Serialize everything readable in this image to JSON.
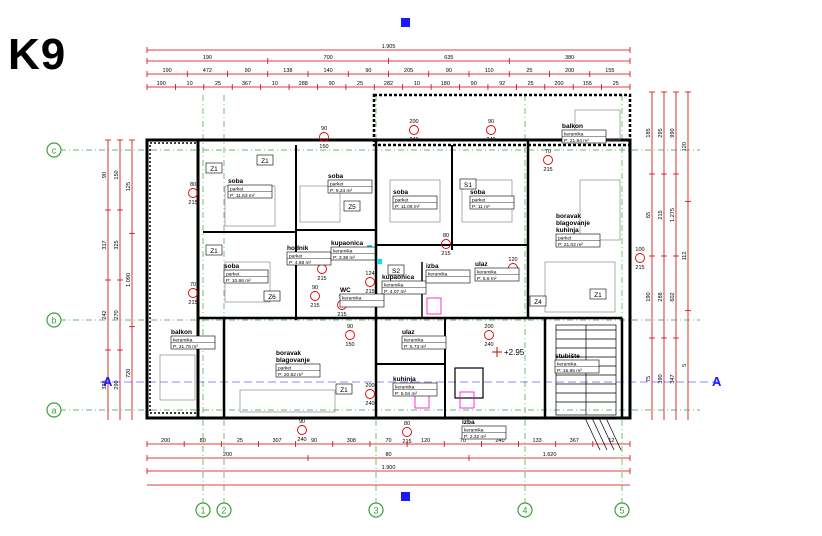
{
  "plan": {
    "title": "K9",
    "section_marker": "A",
    "top_dim_chains": [
      {
        "labels": [
          "1.905"
        ]
      },
      {
        "labels": [
          "190",
          "700",
          "635",
          "380"
        ]
      },
      {
        "labels": [
          "190",
          "472",
          "90",
          "138",
          "140",
          "90",
          "205",
          "90",
          "110",
          "25",
          "200",
          "155"
        ]
      },
      {
        "labels": [
          "190",
          "10",
          "25",
          "367",
          "10",
          "288",
          "90",
          "25",
          "282",
          "10",
          "180",
          "90",
          "92",
          "25",
          "200",
          "155",
          "25"
        ]
      }
    ],
    "bottom_dim_chains": [
      {
        "labels": [
          "200",
          "80",
          "25",
          "307",
          "90",
          "308",
          "70",
          "120",
          "70",
          "240",
          "133",
          "367",
          "12"
        ]
      },
      {
        "labels": [
          "200",
          "80",
          "1.620"
        ]
      },
      {
        "labels": [
          "1.900"
        ]
      }
    ],
    "left_dim_labels": [
      "90",
      "317",
      "242",
      "328",
      "150",
      "325",
      "270",
      "290",
      "125",
      "1.090",
      "720"
    ],
    "right_dim_labels": [
      "185",
      "65",
      "190",
      "75",
      "295",
      "215",
      "288",
      "390",
      "990",
      "1.275",
      "602",
      "347",
      "120",
      "112",
      "5"
    ],
    "axes_horizontal": [
      "c",
      "b",
      "a"
    ],
    "axes_vertical": [
      "1",
      "2",
      "3",
      "4",
      "5"
    ],
    "level_marker": "+2.95",
    "rooms": [
      {
        "id": "Z1",
        "name": "soba",
        "finish": "parket",
        "area": "P:  11.63 m²"
      },
      {
        "id": "Z5",
        "name": "soba",
        "finish": "parket",
        "area": "P:  9.24 m²"
      },
      {
        "id": "Z1b",
        "name": "soba",
        "finish": "parket",
        "area": "P:  11.06 m²"
      },
      {
        "id": "S1",
        "name": "soba",
        "finish": "parket",
        "area": "P:   11 m²"
      },
      {
        "id": "Z6",
        "name": "soba",
        "finish": "parket",
        "area": "P:  10.86 m²"
      },
      {
        "id": "H",
        "name": "hodnik",
        "finish": "parket",
        "area": "P:  4.88 m²"
      },
      {
        "id": "K1",
        "name": "kupaonica",
        "finish": "keramika",
        "area": "P:  3.38 m²"
      },
      {
        "id": "K2",
        "name": "kupaonica",
        "finish": "keramika",
        "area": "P:  4.07 m²"
      },
      {
        "id": "WC",
        "name": "WC",
        "finish": "keramika",
        "area": ""
      },
      {
        "id": "IZ1",
        "name": "izba",
        "finish": "keramika",
        "area": ""
      },
      {
        "id": "U1",
        "name": "ulaz",
        "finish": "keramika",
        "area": "P:  5.6 m²"
      },
      {
        "id": "BB1",
        "name": "boravak\nblagovanje\nkuhinja",
        "finish": "parket",
        "area": "P:  21.02 m²"
      },
      {
        "id": "B1",
        "name": "balkon",
        "finish": "keramika",
        "area": "P:  21.84 m²"
      },
      {
        "id": "B2",
        "name": "balkon",
        "finish": "keramika",
        "area": "P:  21.75 m²"
      },
      {
        "id": "BB2",
        "name": "boravak\nblagovanje",
        "finish": "parket",
        "area": "P:  20.82 m²"
      },
      {
        "id": "U2",
        "name": "ulaz",
        "finish": "keramika",
        "area": "P:  5.73 m²"
      },
      {
        "id": "KU",
        "name": "kuhinja",
        "finish": "keramika",
        "area": "P:  5.04 m²"
      },
      {
        "id": "IZ2",
        "name": "izba",
        "finish": "keramika",
        "area": "P:  2.32 m²"
      },
      {
        "id": "ST",
        "name": "stubište",
        "finish": "keramika",
        "area": "P:  15.85 m²"
      }
    ],
    "door_dims": [
      {
        "w": "90",
        "h": "150"
      },
      {
        "w": "200",
        "h": "240"
      },
      {
        "w": "90",
        "h": "240"
      },
      {
        "w": "80",
        "h": "215"
      },
      {
        "w": "70",
        "h": "215"
      },
      {
        "w": "100",
        "h": "215"
      },
      {
        "w": "90",
        "h": "215"
      },
      {
        "w": "124",
        "h": "215"
      },
      {
        "w": "80",
        "h": "215"
      },
      {
        "w": "120",
        "h": "150"
      },
      {
        "w": "200",
        "h": "240"
      }
    ],
    "zone_tags": [
      "Z1",
      "Z5",
      "S1",
      "Z1",
      "Z6",
      "S2",
      "Z4",
      "Z1",
      "Z1",
      "Z1"
    ],
    "colors": {
      "walls": "#000000",
      "dimension": "#d00000",
      "axis": "#3aa13a",
      "door_mark": "#e00000",
      "fixture": "#ff00cc",
      "highlight": "#00e0ff",
      "section": "#1a1aff"
    }
  }
}
